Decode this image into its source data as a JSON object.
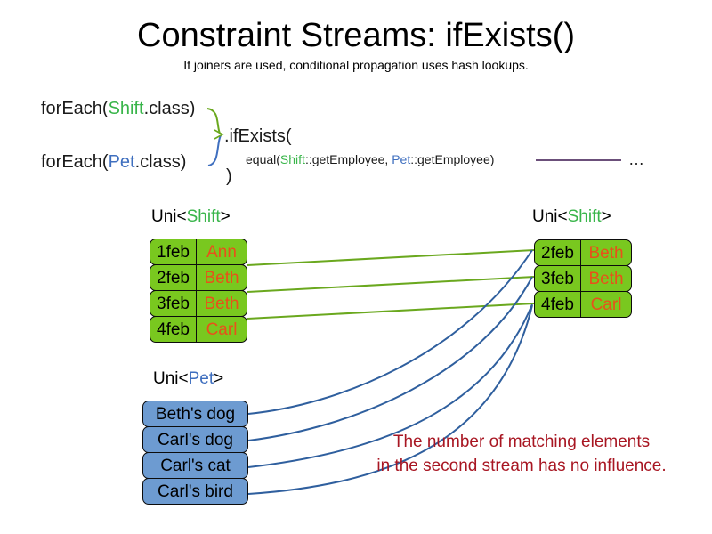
{
  "slide": {
    "title": "Constraint Streams: ifExists()",
    "subtitle": "If joiners are used, conditional propagation uses hash lookups."
  },
  "code": {
    "foreach_shift_prefix": "forEach(",
    "foreach_shift_class": "Shift",
    "foreach_shift_suffix": ".class)",
    "foreach_pet_prefix": "forEach(",
    "foreach_pet_class": "Pet",
    "foreach_pet_suffix": ".class)",
    "if_exists": ".ifExists(",
    "equal_prefix": "equal(",
    "equal_shift_class": "Shift",
    "equal_shift_method": "::getEmployee, ",
    "equal_pet_class": "Pet",
    "equal_pet_method": "::getEmployee)",
    "close_paren": ")",
    "ellipsis": "…"
  },
  "streams": {
    "left_shift": {
      "label_prefix": "Uni<",
      "label_type": "Shift",
      "label_suffix": ">",
      "rows": [
        {
          "date": "1feb",
          "name": "Ann"
        },
        {
          "date": "2feb",
          "name": "Beth"
        },
        {
          "date": "3feb",
          "name": "Beth"
        },
        {
          "date": "4feb",
          "name": "Carl"
        }
      ]
    },
    "right_shift": {
      "label_prefix": "Uni<",
      "label_type": "Shift",
      "label_suffix": ">",
      "rows": [
        {
          "date": "2feb",
          "name": "Beth"
        },
        {
          "date": "3feb",
          "name": "Beth"
        },
        {
          "date": "4feb",
          "name": "Carl"
        }
      ]
    },
    "pet": {
      "label_prefix": "Uni<",
      "label_type": "Pet",
      "label_suffix": ">",
      "rows": [
        {
          "text": "Beth's dog"
        },
        {
          "text": "Carl's dog"
        },
        {
          "text": "Carl's cat"
        },
        {
          "text": "Carl's bird"
        }
      ]
    }
  },
  "annotation": {
    "line1": "The number of matching elements",
    "line2": "in the second stream has no influence."
  },
  "colors": {
    "shift_green": "#79c81f",
    "shift_class_text": "#39b54a",
    "pet_blue": "#6d9bd1",
    "pet_class_text": "#3f6fbf",
    "name_orange": "#e8511a",
    "annotation_red": "#a81622",
    "green_wire": "#6aa81e",
    "blue_wire": "#2f5f9e",
    "purple_wire": "#6b4f7a"
  }
}
